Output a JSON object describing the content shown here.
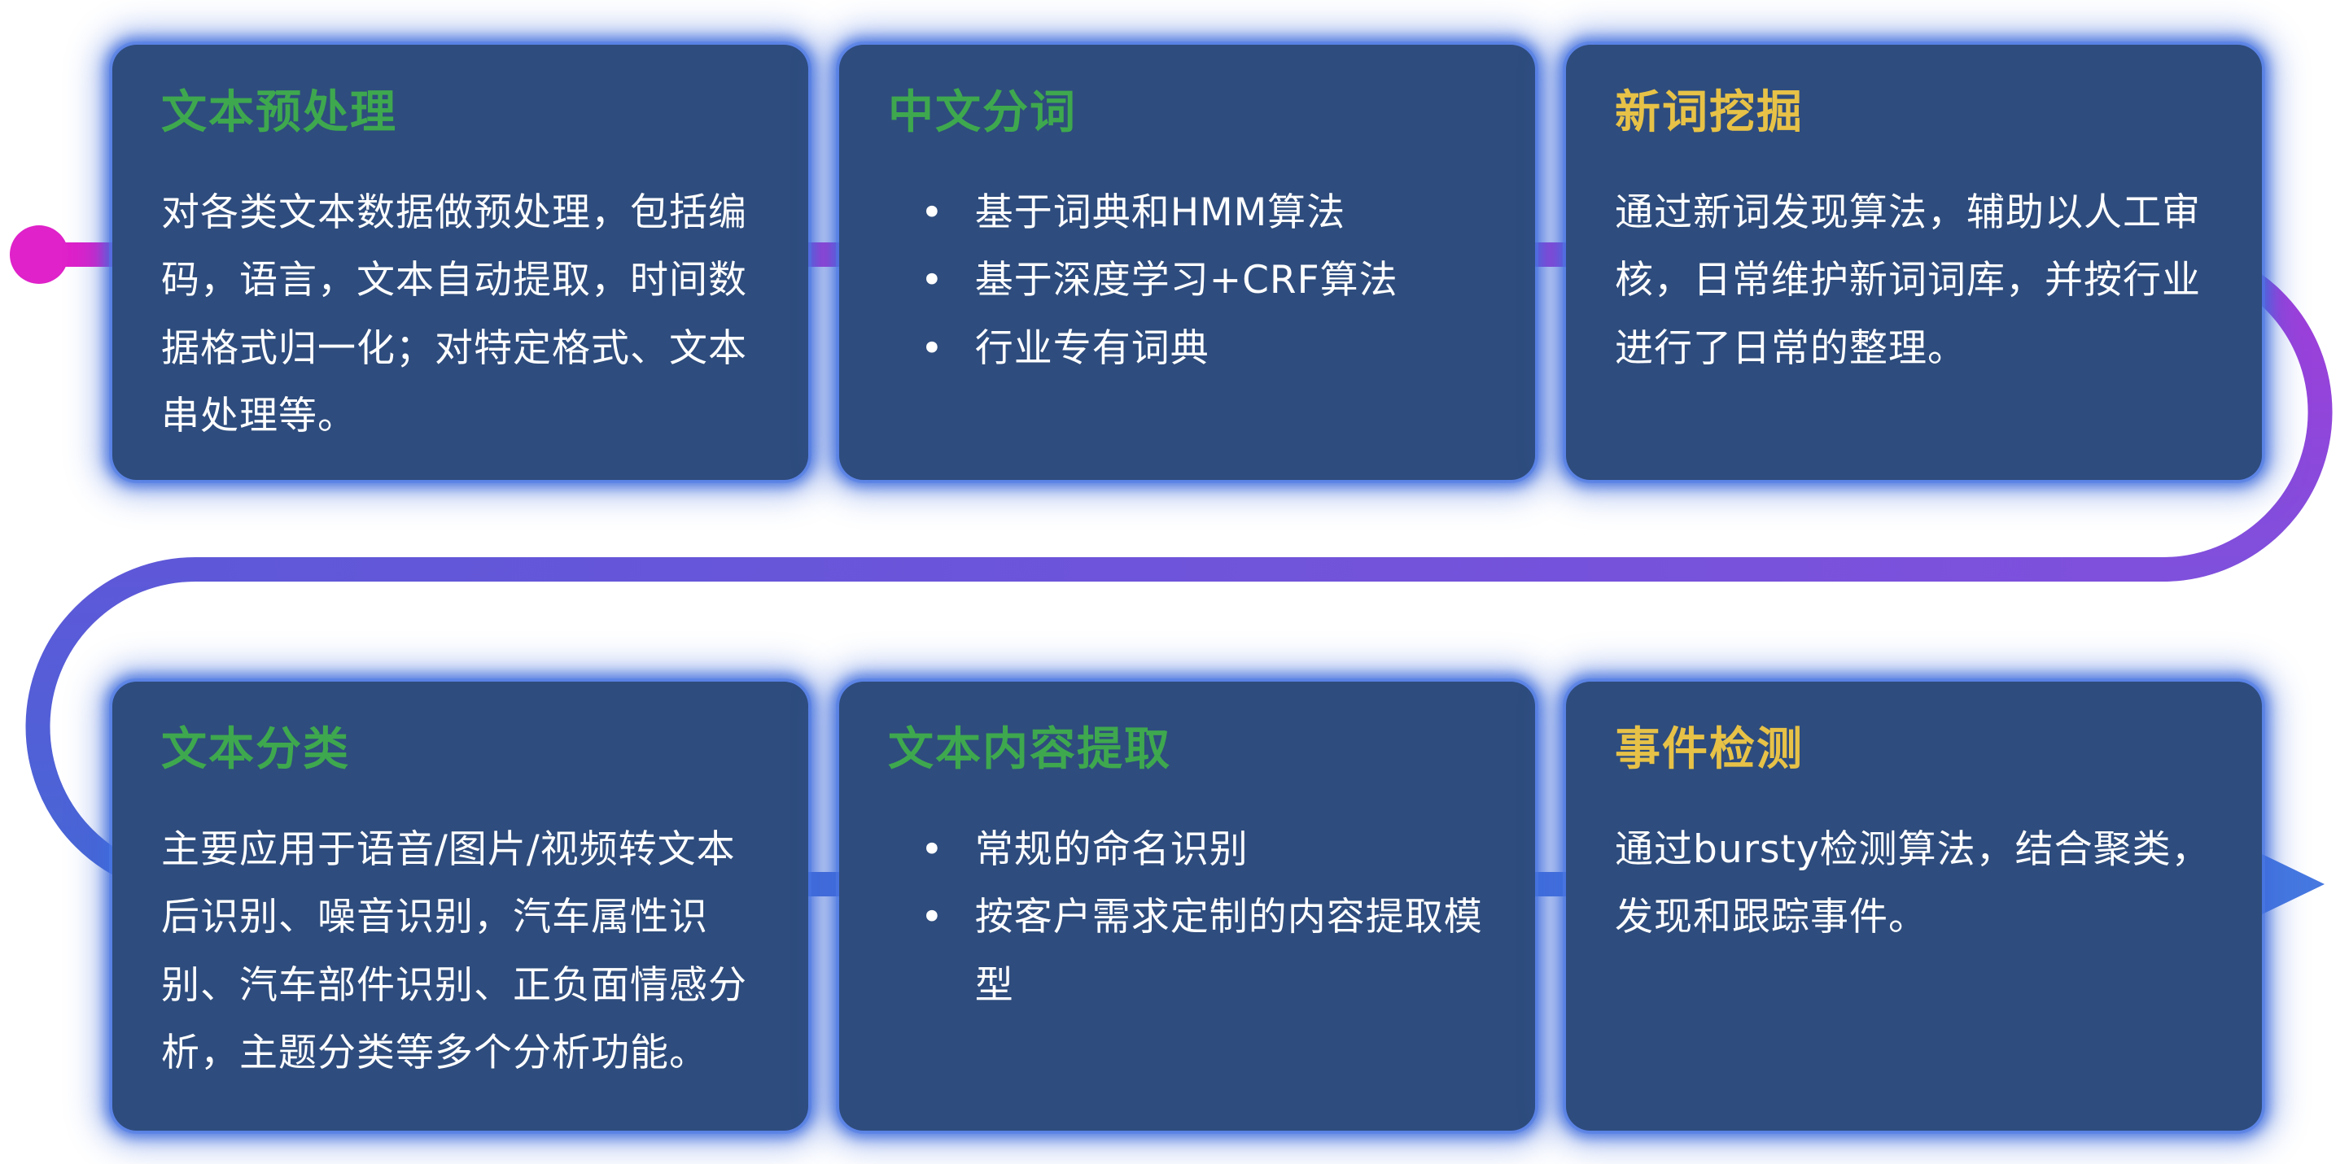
{
  "page": {
    "background": "#ffffff"
  },
  "flow": {
    "colors": {
      "start": "#df22c9",
      "magenta": "#e11ec9",
      "purple": "#a43bd9",
      "violet": "#7f50dc",
      "blueviolet": "#5e58d8",
      "blue": "#4667d6",
      "arrow": "#4678e0"
    }
  },
  "cards": [
    {
      "title": "文本预处理",
      "title_color": "#3ea84e",
      "body": "对各类文本数据做预处理，包括编码，语言，文本自动提取，时间数据格式归一化；对特定格式、文本串处理等。"
    },
    {
      "title": "中文分词",
      "title_color": "#3ea84e",
      "bullets": [
        "基于词典和HMM算法",
        "基于深度学习+CRF算法",
        "行业专有词典"
      ]
    },
    {
      "title": "新词挖掘",
      "title_color": "#e7c247",
      "body": "通过新词发现算法，辅助以人工审核，日常维护新词词库，并按行业进行了日常的整理。"
    },
    {
      "title": "文本分类",
      "title_color": "#3ea84e",
      "body": "主要应用于语音/图片/视频转文本后识别、噪音识别，汽车属性识别、汽车部件识别、正负面情感分析，主题分类等多个分析功能。"
    },
    {
      "title": "文本内容提取",
      "title_color": "#3ea84e",
      "bullets": [
        "常规的命名识别",
        "按客户需求定制的内容提取模型"
      ]
    },
    {
      "title": "事件检测",
      "title_color": "#e7c247",
      "body": "通过bursty检测算法，结合聚类，发现和跟踪事件。"
    }
  ]
}
